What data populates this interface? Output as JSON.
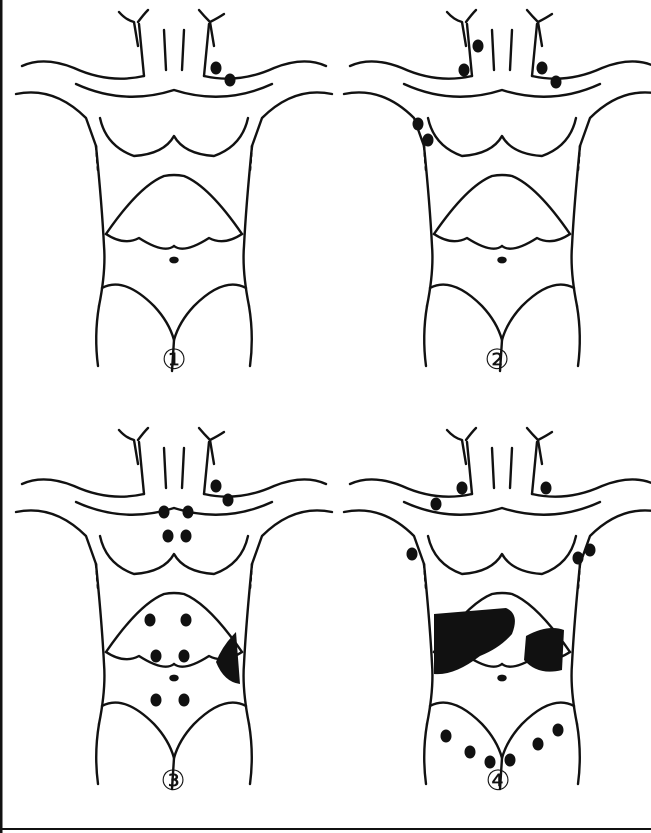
{
  "figure": {
    "panels": [
      {
        "id": "panel-1",
        "label": "①"
      },
      {
        "id": "panel-2",
        "label": "②"
      },
      {
        "id": "panel-3",
        "label": "③"
      },
      {
        "id": "panel-4",
        "label": "④"
      }
    ],
    "colors": {
      "ink": "#111111",
      "paper": "#ffffff"
    },
    "icon_names": [
      "torso-outline-icon",
      "lymph-node-dot-icon",
      "organ-shading-icon"
    ]
  }
}
